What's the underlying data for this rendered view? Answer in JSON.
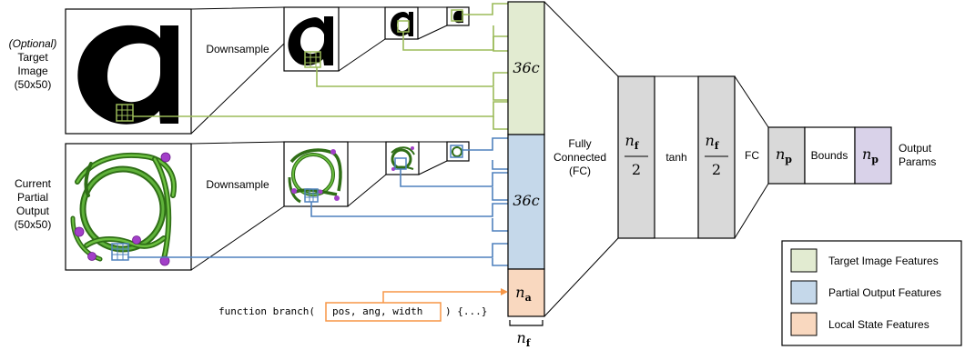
{
  "target_row": {
    "label_optional": "(Optional)",
    "label_line2": "Target",
    "label_line3": "Image",
    "label_line4": "(50x50)",
    "downsample_label": "Downsample"
  },
  "partial_row": {
    "label_line1": "Current",
    "label_line2": "Partial",
    "label_line3": "Output",
    "label_line4": "(50x50)",
    "downsample_label": "Downsample"
  },
  "feature_column": {
    "target_block_label": "36c",
    "partial_block_label": "36c",
    "state_block_label_base": "n",
    "state_block_label_sub": "a",
    "width_label_base": "n",
    "width_label_sub": "f"
  },
  "network": {
    "fc_label_line1": "Fully",
    "fc_label_line2": "Connected",
    "fc_label_line3": "(FC)",
    "hidden1_num_base": "n",
    "hidden1_num_sub": "f",
    "hidden1_den": "2",
    "activation_label": "tanh",
    "hidden2_num_base": "n",
    "hidden2_num_sub": "f",
    "hidden2_den": "2",
    "fc2_label": "FC",
    "params_base": "n",
    "params_sub": "p",
    "bounds_label": "Bounds",
    "output_base": "n",
    "output_sub": "p",
    "output_label_line1": "Output",
    "output_label_line2": "Params"
  },
  "code": {
    "prefix": "function branch(",
    "args": "pos, ang, width",
    "suffix": ") {...}"
  },
  "legend": {
    "items": [
      {
        "label": "Target Image Features",
        "color": "#e2ebd1"
      },
      {
        "label": "Partial Output Features",
        "color": "#c5d8ea"
      },
      {
        "label": "Local State Features",
        "color": "#f9d8bf"
      }
    ]
  },
  "colors": {
    "target_feature": "#e2ebd1",
    "partial_feature": "#c5d8ea",
    "state_feature": "#f9d8bf",
    "green_line": "#9bbb59",
    "blue_line": "#4f81bd",
    "orange_line": "#f79646",
    "gray_layer": "#d9d9d9",
    "output_purple": "#d9d2e9",
    "vine_green": "#3b8a1f",
    "flower_purple": "#a23fc8"
  }
}
